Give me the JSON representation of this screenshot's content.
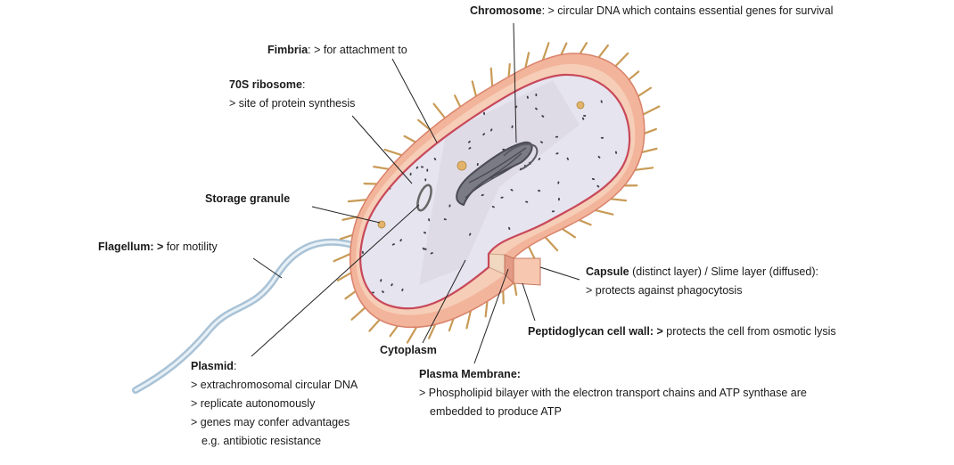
{
  "colors": {
    "capsule": "#f2b49b",
    "capsule_edge": "#d9826a",
    "cell_wall": "#f6cdb6",
    "membrane": "#c8485a",
    "cytoplasm": "#e6e4ee",
    "nucleoid": "#7b7b86",
    "pili": "#c89a55",
    "flagellum": "#a9c2d6",
    "leader_line": "#222222"
  },
  "labels": {
    "chromosome": {
      "title": "Chromosome",
      "text": ": > circular DNA which contains essential genes for survival"
    },
    "fimbria": {
      "title": "Fimbria",
      "text": ":  > for attachment to"
    },
    "ribosome": {
      "title": "70S ribosome",
      "text": ":",
      "line2": "> site of protein synthesis"
    },
    "storage_granule": {
      "title": "Storage granule"
    },
    "flagellum": {
      "title": "Flagellum: >",
      "text": " for motility"
    },
    "capsule": {
      "title": "Capsule",
      "text": " (distinct layer) / Slime layer (diffused):",
      "line2": "> protects against phagocytosis"
    },
    "peptidoglycan": {
      "title": "Peptidoglycan cell wall: >",
      "text": " protects the cell from osmotic lysis"
    },
    "cytoplasm": {
      "title": "Cytoplasm"
    },
    "plasma_membrane": {
      "title": "Plasma Membrane:",
      "line2": "> Phospholipid bilayer with the electron transport chains and ATP synthase are",
      "line3": "embedded to produce ATP"
    },
    "plasmid": {
      "title": "Plasmid",
      "text": ":",
      "line2": "> extrachromosomal circular DNA",
      "line3": "> replicate autonomously",
      "line4": "> genes may confer advantages",
      "line5": "e.g. antibiotic resistance"
    }
  }
}
